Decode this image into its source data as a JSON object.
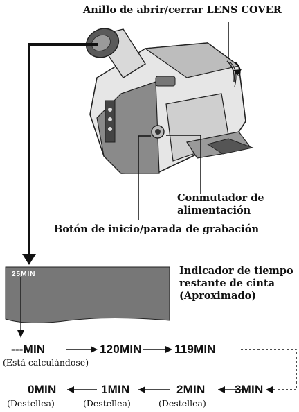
{
  "labels": {
    "lens_cover": "Anillo de abrir/cerrar LENS COVER",
    "power_switch_line1": "Conmutador de",
    "power_switch_line2": "alimentación",
    "rec_button": "Botón de inicio/parada de grabación",
    "indicator_line1": "Indicador de tiempo",
    "indicator_line2": "restante de cinta",
    "indicator_line3": "(Aproximado)"
  },
  "screen": {
    "display": "25MIN"
  },
  "sequence": {
    "row1": [
      {
        "text": "---MIN",
        "note": "(Está calculándose)"
      },
      {
        "text": "120MIN"
      },
      {
        "text": "119MIN"
      }
    ],
    "row2": [
      {
        "text": "0MIN",
        "note": "(Destellea)"
      },
      {
        "text": "1MIN",
        "note": "(Destellea)"
      },
      {
        "text": "2MIN",
        "note": "(Destellea)"
      },
      {
        "text": "3MIN"
      }
    ]
  }
}
